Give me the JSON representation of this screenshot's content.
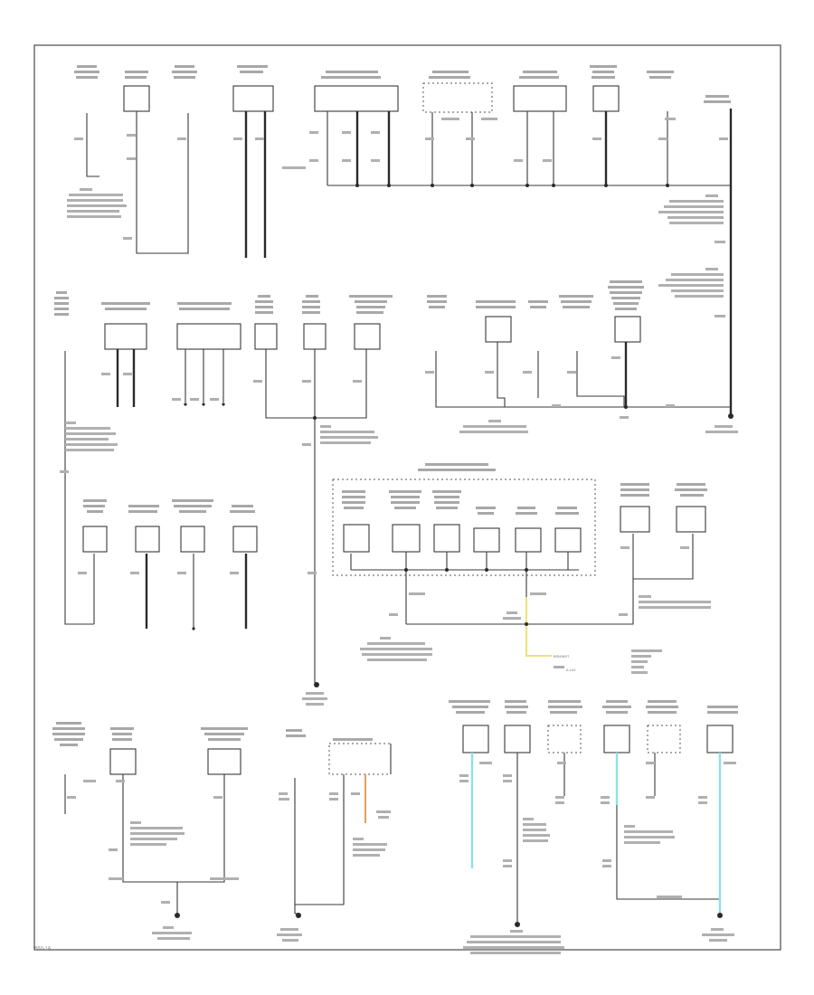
{
  "diagram": {
    "wire_color_labels": {
      "yellow": "BRN/WHT",
      "yellow_sub": "A-100"
    },
    "corner_code": "B60-1A"
  },
  "colors": {
    "black": "#2a2a2a",
    "cyan": "#8fe0e6",
    "yellow": "#f0e07a",
    "orange": "#e0a060"
  }
}
